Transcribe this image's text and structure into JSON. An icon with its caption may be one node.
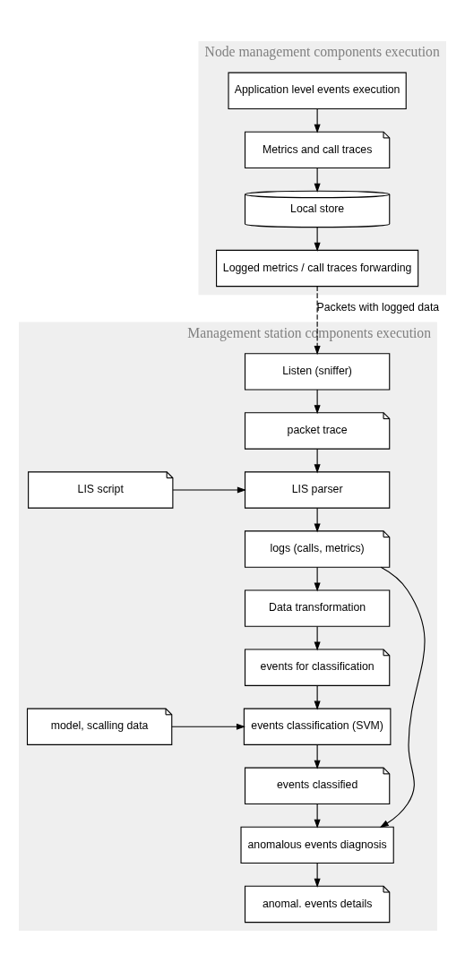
{
  "diagram": {
    "nodes": [
      {
        "text": [
          "Node management components execution"
        ]
      },
      {
        "text": [
          "Application level events execution"
        ],
        "in": 0
      },
      {
        "text": [
          "Metrics and call traces"
        ],
        "in": 0
      },
      {
        "text": [
          "Local store"
        ],
        "in": 0
      },
      {
        "text": [
          "Logged metrics / call traces forwarding"
        ],
        "in": 0
      },
      {
        "text": [
          "Management station components execution"
        ]
      },
      {
        "text": [
          "Listen (sniffer)"
        ],
        "in": 5
      },
      {
        "text": [
          "packet trace"
        ],
        "in": 5
      },
      {
        "text": [
          "LIS parser"
        ],
        "in": 5
      },
      {
        "text": [
          "LIS script"
        ],
        "in": 5
      },
      {
        "text": [
          "logs (calls, metrics)"
        ],
        "in": 5
      },
      {
        "text": [
          "Data transformation"
        ],
        "in": 5
      },
      {
        "text": [
          "events for classification"
        ],
        "in": 5
      },
      {
        "text": [
          "events classification (SVM)"
        ],
        "in": 5
      },
      {
        "text": [
          "model, scalling data"
        ],
        "in": 5
      },
      {
        "text": [
          "events classified"
        ],
        "in": 5
      },
      {
        "text": [
          "anomalous events diagnosis"
        ],
        "in": 5
      },
      {
        "text": [
          "anomal. events details"
        ],
        "in": 5
      }
    ],
    "edges": [
      {
        "from": 1,
        "to": 2,
        "arrow": "to"
      },
      {
        "from": 2,
        "to": 3,
        "arrow": "to"
      },
      {
        "from": 3,
        "to": 4,
        "arrow": "to"
      },
      {
        "from": 4,
        "to": 6,
        "arrow": "to",
        "label": "Packets with logged data",
        "style": "dashed"
      },
      {
        "from": 6,
        "to": 7,
        "arrow": "to"
      },
      {
        "from": 7,
        "to": 8,
        "arrow": "to"
      },
      {
        "from": 9,
        "to": 8,
        "arrow": "to"
      },
      {
        "from": 8,
        "to": 10,
        "arrow": "to"
      },
      {
        "from": 10,
        "to": 11,
        "arrow": "to"
      },
      {
        "from": 11,
        "to": 12,
        "arrow": "to"
      },
      {
        "from": 12,
        "to": 13,
        "arrow": "to"
      },
      {
        "from": 14,
        "to": 13,
        "arrow": "to"
      },
      {
        "from": 13,
        "to": 15,
        "arrow": "to"
      },
      {
        "from": 15,
        "to": 16,
        "arrow": "to"
      },
      {
        "from": 10,
        "to": 16,
        "arrow": "to"
      },
      {
        "from": 16,
        "to": 17,
        "arrow": "to"
      }
    ]
  }
}
